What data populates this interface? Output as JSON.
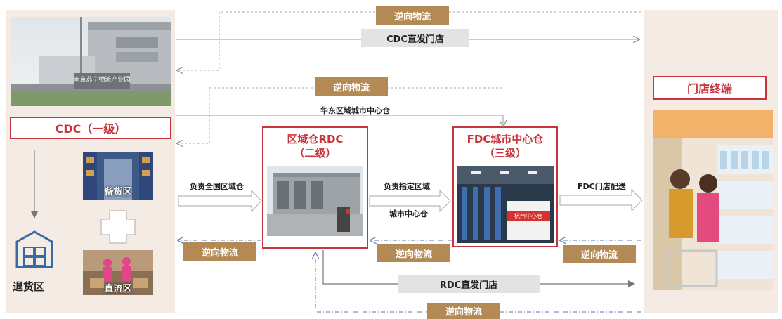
{
  "cdc": {
    "title": "CDC（一级）",
    "stock_zone": "备货区",
    "flow_zone": "直流区",
    "return_zone": "退货区",
    "building_sign": "南京苏宁物流产业园"
  },
  "rdc": {
    "title_line1": "区域仓RDC",
    "title_line2": "（二级）"
  },
  "fdc": {
    "title_line1": "FDC城市中心仓",
    "title_line2": "（三级）",
    "sign": "杭州中心仓"
  },
  "store": {
    "title": "门店终端"
  },
  "links": {
    "reverse": "逆向物流",
    "cdc_direct": "CDC直发门店",
    "east_china": "华东区域城市中心仓",
    "national": "负责全国区域仓",
    "region_line1": "负责指定区域",
    "region_line2": "城市中心仓",
    "fdc_delivery": "FDC门店配送",
    "rdc_direct": "RDC直发门店"
  },
  "colors": {
    "accent_red": "#c8343b",
    "tag_brown": "#b38a55",
    "panel_bg": "#f5ebe5"
  }
}
